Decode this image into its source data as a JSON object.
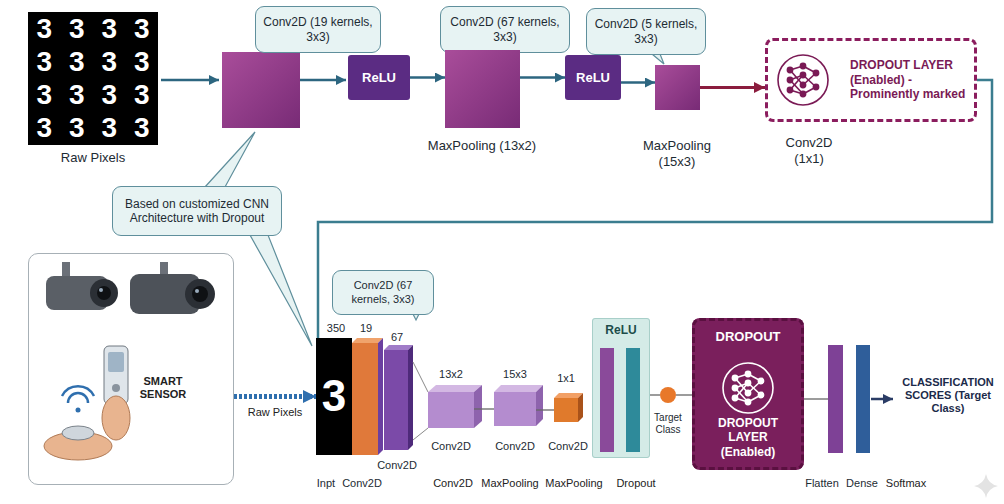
{
  "diagram": {
    "nodes": [
      {
        "text": [
          "Raw Pixels"
        ]
      },
      {
        "text": [
          "Conv2D (19 kernels, 3x3)"
        ]
      },
      {
        "text": [
          "ReLU"
        ]
      },
      {
        "text": [
          "Conv2D (67 kernels, 3x3)"
        ]
      },
      {
        "text": [
          "MaxPooling (13x2)"
        ]
      },
      {
        "text": [
          "Conv2D (5 kernels, 3x3)"
        ]
      },
      {
        "text": [
          "ReLU"
        ]
      },
      {
        "text": [
          "MaxPooling (15x3)"
        ]
      },
      {
        "text": [
          "DROPOUT LAYER (Enabled) - Prominently marked",
          "Conv2D (1x1)"
        ]
      },
      {
        "text": [
          "Based on customized CNN Architecture with Dropout"
        ]
      },
      {
        "text": [
          "SMART SENSOR"
        ]
      },
      {
        "text": [
          "Conv2D (67 kernels, 3x3)"
        ]
      },
      {
        "text": [
          "350",
          "3",
          "Inpt"
        ]
      },
      {
        "text": [
          "19",
          "Conv2D"
        ]
      },
      {
        "text": [
          "67",
          "Conv2D"
        ]
      },
      {
        "text": [
          "13x2",
          "Conv2D"
        ]
      },
      {
        "text": [
          "15x3",
          "Conv2D"
        ]
      },
      {
        "text": [
          "1x1",
          "Conv2D"
        ]
      },
      {
        "text": [
          "ReLU"
        ]
      },
      {
        "text": [
          "Target Class"
        ]
      },
      {
        "text": [
          "DROPOUT",
          "DROPOUT LAYER (Enabled)"
        ]
      },
      {
        "text": [
          "Flatten"
        ]
      },
      {
        "text": [
          "Dense"
        ]
      }
    ],
    "edges": [
      {
        "from": 2,
        "to": 4,
        "arrow": "to"
      },
      {
        "from": 4,
        "to": 6,
        "arrow": "to"
      },
      {
        "from": 6,
        "to": 7,
        "arrow": "to"
      },
      {
        "from": 7,
        "to": 8,
        "arrow": "to"
      },
      {
        "from": 8,
        "to": 12,
        "arrow": "none"
      },
      {
        "from": 10,
        "to": 12,
        "label": "Raw Pixels",
        "arrow": "to"
      },
      {
        "from": 15,
        "to": 16,
        "arrow": "none"
      },
      {
        "from": 16,
        "to": 17,
        "arrow": "none"
      },
      {
        "from": 18,
        "to": 19,
        "arrow": "none"
      },
      {
        "from": 19,
        "to": 20,
        "arrow": "none"
      },
      {
        "from": 20,
        "to": 21,
        "arrow": "none"
      }
    ],
    "labels": [
      "3",
      "3",
      "3",
      "3",
      "3",
      "3",
      "3",
      "3",
      "3",
      "3",
      "3",
      "3",
      "3",
      "3",
      "3",
      "3",
      "Conv2D",
      "MaxPooling",
      "MaxPooling",
      "Dropout",
      "Softmax",
      "CLASSIFICATION SCORES (Target Class)"
    ]
  }
}
